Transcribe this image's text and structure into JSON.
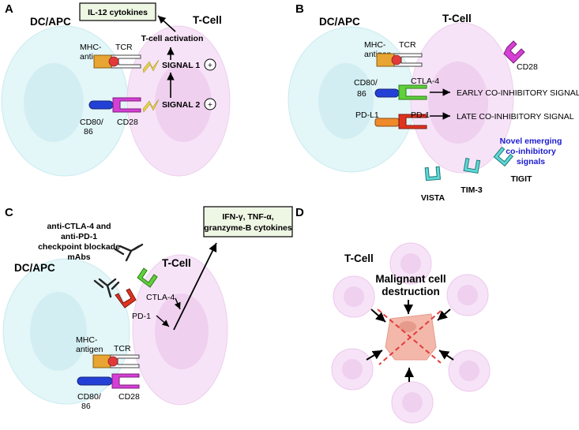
{
  "panels": {
    "a": {
      "letter": "A",
      "dc_title": "DC/APC",
      "tcell_title": "T-Cell",
      "cytokine_box": "IL-12 cytokines",
      "activation": "T-cell activation",
      "signal1": "SIGNAL 1",
      "signal2": "SIGNAL 2",
      "plus": "+",
      "mhc_line1": "MHC-",
      "mhc_line2": "antigen",
      "tcr": "TCR",
      "cd80_line1": "CD80/",
      "cd80_line2": "86",
      "cd28": "CD28"
    },
    "b": {
      "letter": "B",
      "dc_title": "DC/APC",
      "tcell_title": "T-Cell",
      "mhc_line1": "MHC-",
      "mhc_line2": "antigen",
      "tcr": "TCR",
      "cd28": "CD28",
      "cd80_line1": "CD80/",
      "cd80_line2": "86",
      "ctla4": "CTLA-4",
      "early_signal": "EARLY CO-INHIBITORY SIGNAL",
      "pdl1": "PD-L1",
      "pd1": "PD-1",
      "late_signal": "LATE CO-INHIBITORY SIGNAL",
      "novel_line1": "Novel emerging",
      "novel_line2": "co-inhibitory",
      "novel_line3": "signals",
      "vista": "VISTA",
      "tim3": "TIM-3",
      "tigit": "TIGIT"
    },
    "c": {
      "letter": "C",
      "dc_title": "DC/APC",
      "tcell_title": "T-Cell",
      "mab_line1": "anti-CTLA-4 and",
      "mab_line2": "anti-PD-1",
      "mab_line3": "checkpoint blockade",
      "mab_line4": "mAbs",
      "box_line1": "IFN-γ, TNF-α,",
      "box_line2": "granzyme-B cytokines",
      "ctla4": "CTLA-4",
      "pd1": "PD-1",
      "mhc_line1": "MHC-",
      "mhc_line2": "antigen",
      "tcr": "TCR",
      "cd80_line1": "CD80/",
      "cd80_line2": "86",
      "cd28": "CD28"
    },
    "d": {
      "letter": "D",
      "tcell_title": "T-Cell",
      "malignant_line1": "Malignant cell",
      "malignant_line2": "destruction"
    }
  },
  "colors": {
    "dc_cell": "#e3f6f8",
    "dc_nucleus": "#d2eef2",
    "t_cell": "#f7e3f7",
    "t_nucleus": "#efd0ef",
    "mhc": "#e8a533",
    "tcr": "#ffffff",
    "antigen": "#e23a3a",
    "cd80": "#2340d6",
    "cd28": "#d63fd6",
    "ctla4": "#5fd13a",
    "pd1": "#e03320",
    "pdl1": "#ef8a2c",
    "novel": "#5fd8d6",
    "signal_bolt": "#e6d14a",
    "box_fill": "#eef6e4",
    "tumor": "#f3b8aa",
    "cross": "#e33b3b",
    "novel_text": "#1a1ad1"
  }
}
